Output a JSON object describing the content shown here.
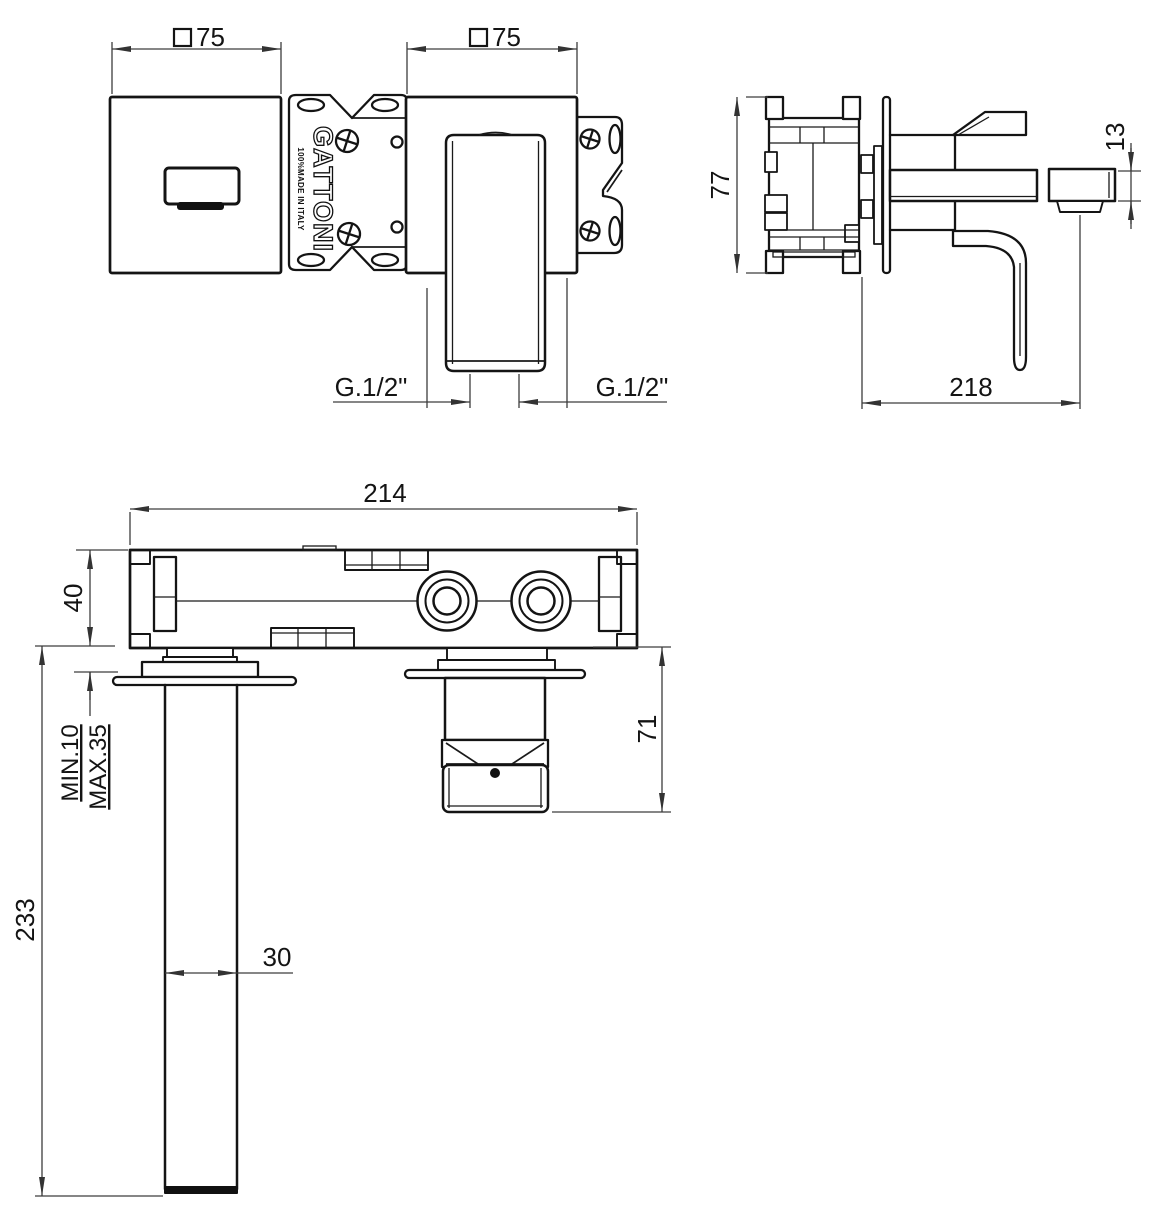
{
  "drawing": {
    "brand": "GATTONI",
    "brand_sub": "100%MADE IN ITALY",
    "dims": {
      "plate_left": {
        "symbol": "□",
        "value": "75"
      },
      "plate_right": {
        "symbol": "□",
        "value": "75"
      },
      "thread_left": "G.1/2\"",
      "thread_right": "G.1/2\"",
      "depth": "77",
      "spout_end_height": "13",
      "spout_reach": "218",
      "body_width": "214",
      "body_height": "40",
      "control_depth": "71",
      "wall_min": "MIN.10",
      "wall_max": "MAX.35",
      "spout_pipe_length": "233",
      "spout_pipe_width": "30"
    }
  }
}
